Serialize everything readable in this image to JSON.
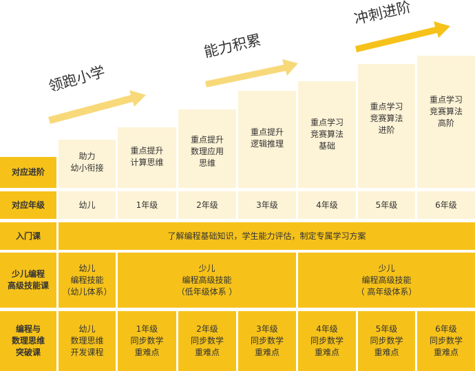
{
  "stages": [
    "领跑小学",
    "能力积累",
    "冲刺进阶"
  ],
  "rows": {
    "progress": {
      "header": "对应进阶",
      "cells": [
        "助力\n幼小衔接",
        "重点提升\n计算思维",
        "重点提升\n数理应用\n思维",
        "重点提升\n逻辑推理",
        "重点学习\n竞赛算法\n基础",
        "重点学习\n竞赛算法\n进阶",
        "重点学习\n竞赛算法\n高阶"
      ]
    },
    "grade": {
      "header": "对应年级",
      "cells": [
        "幼儿",
        "1年级",
        "2年级",
        "3年级",
        "4年级",
        "5年级",
        "6年级"
      ]
    },
    "intro": {
      "header": "入门课",
      "content": "了解编程基础知识，学生能力评估，制定专属学习方案"
    },
    "advanced": {
      "header": "少儿编程\n高级技能课",
      "cells": [
        "幼儿\n编程技能\n（幼儿体系）",
        "少儿\n编程高级技能\n（低年级体系 ）",
        "少儿\n编程高级技能\n（ 高年级体系）"
      ]
    },
    "math": {
      "header": "编程与\n数理思维\n突破课",
      "cells": [
        "幼儿\n数理思维\n开发课程",
        "1年级\n同步数学\n重难点",
        "2年级\n同步数学\n重难点",
        "3年级\n同步数学\n重难点",
        "4年级\n同步数学\n重难点",
        "5年级\n同步数学\n重难点",
        "6年级\n同步数学\n重难点"
      ]
    }
  },
  "colors": {
    "accent": "#f6c21a",
    "cream": "#fdf3d6",
    "arrow": "#f8d97a"
  }
}
